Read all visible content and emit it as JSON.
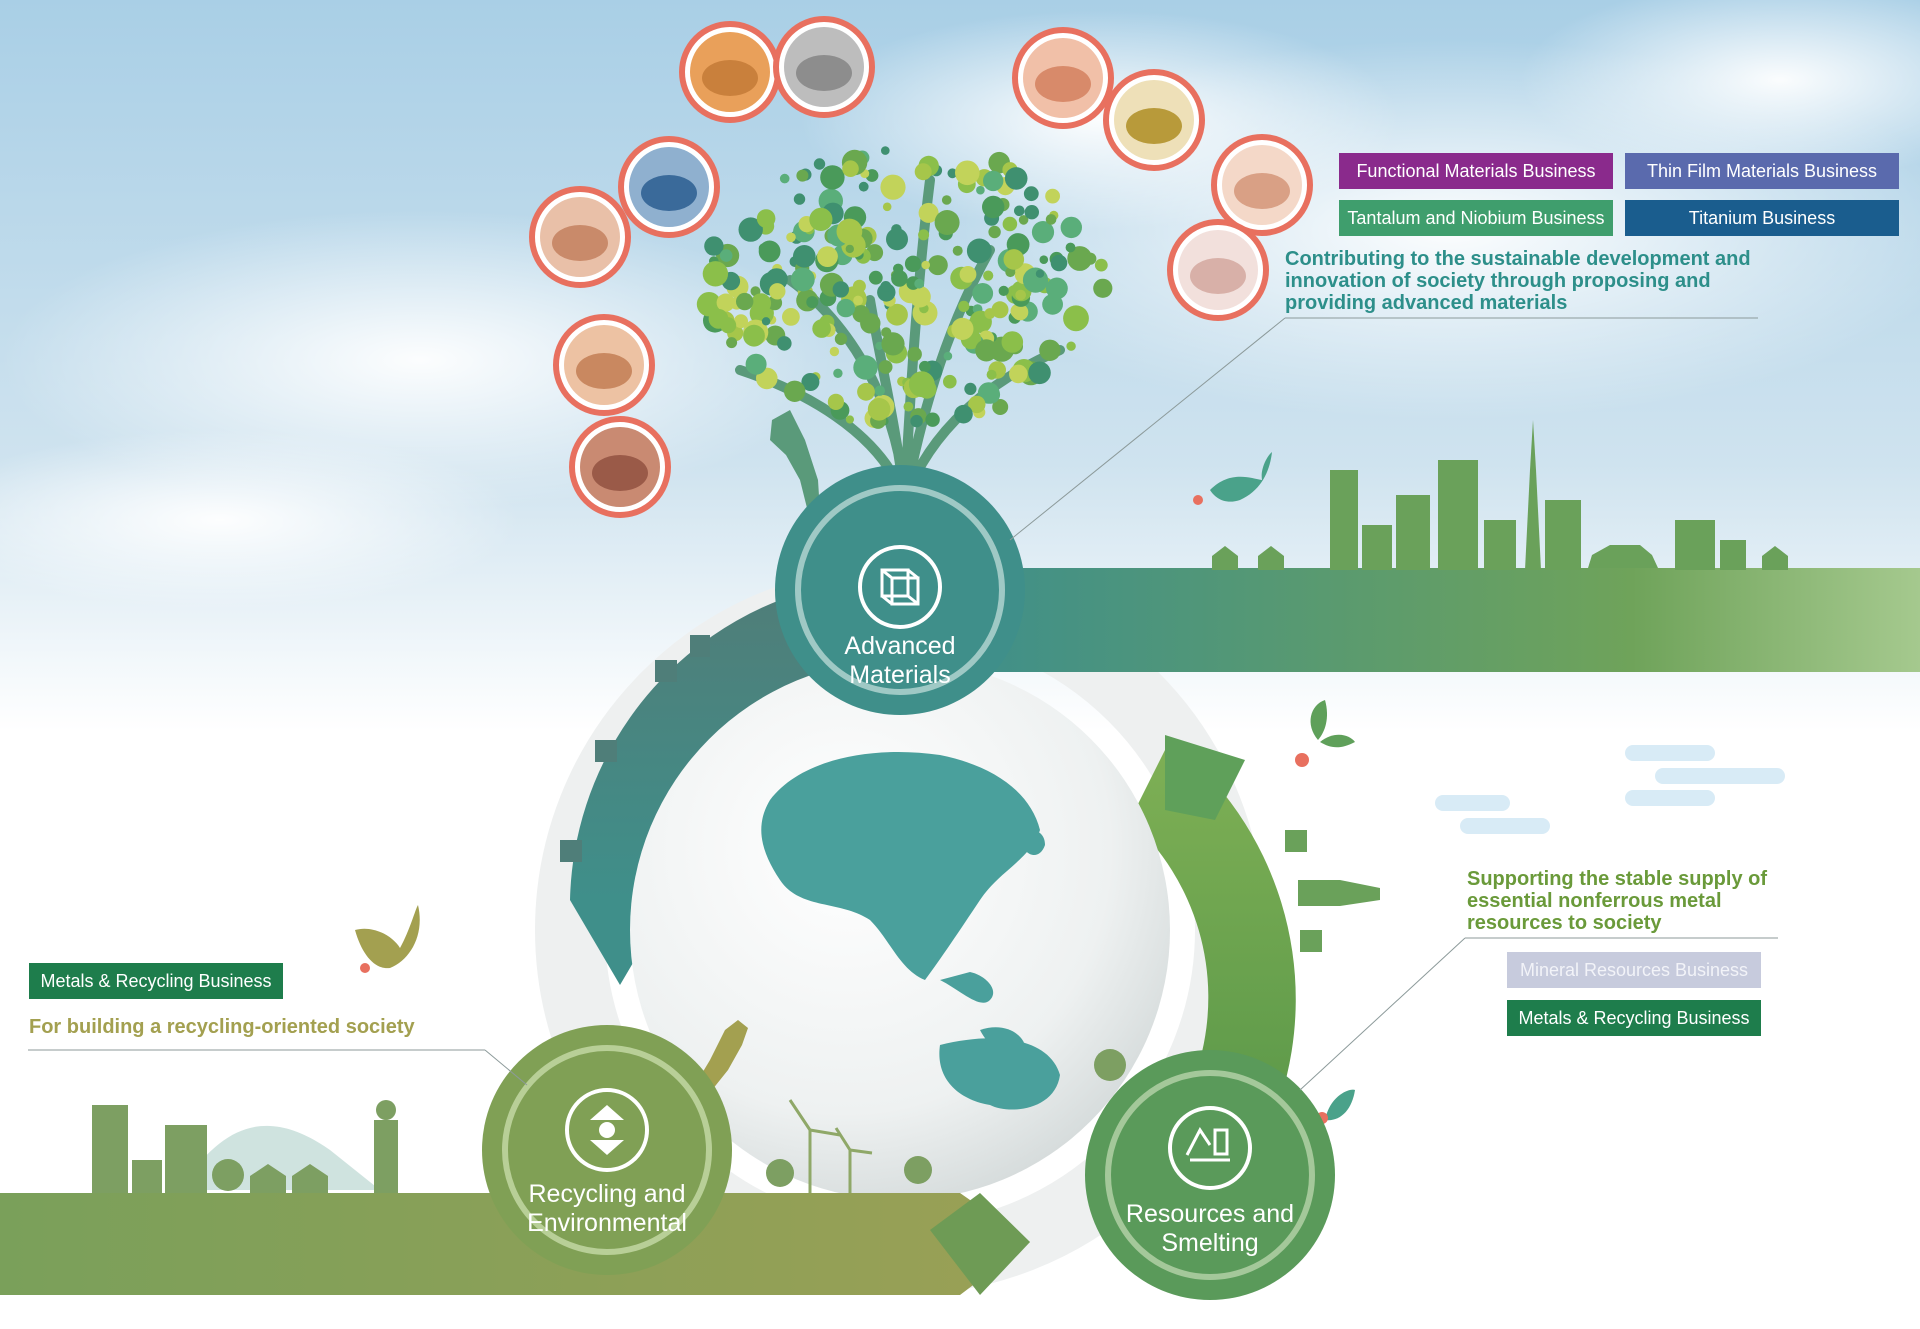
{
  "hubs": {
    "advanced_materials": {
      "line1": "Advanced",
      "line2": "Materials",
      "icon": "lattice-icon"
    },
    "recycling": {
      "line1": "Recycling and",
      "line2": "Environmental",
      "icon": "recycle-icon"
    },
    "resources": {
      "line1": "Resources and",
      "line2": "Smelting",
      "icon": "smelting-icon"
    }
  },
  "advanced_materials_panel": {
    "tags": [
      {
        "label": "Functional Materials Business",
        "color": "#8a2a8c"
      },
      {
        "label": "Thin Film Materials Business",
        "color": "#5a6aad"
      },
      {
        "label": "Tantalum and Niobium Business",
        "color": "#3f9e6d"
      },
      {
        "label": "Titanium Business",
        "color": "#1a5d8e"
      }
    ],
    "caption_line1": "Contributing to the sustainable development and",
    "caption_line2": "innovation of society through proposing and",
    "caption_line3": "providing advanced materials"
  },
  "resources_panel": {
    "caption_line1": "Supporting the stable supply of",
    "caption_line2": "essential nonferrous metal",
    "caption_line3": "resources to society",
    "tags": [
      {
        "label": "Mineral Resources Business",
        "color": "#c7cbdd",
        "text_color": "#f2f3f8"
      },
      {
        "label": "Metals & Recycling Business",
        "color": "#1e7d4c",
        "text_color": "#ffffff"
      }
    ]
  },
  "recycling_panel": {
    "tag": {
      "label": "Metals & Recycling Business",
      "color": "#1e7d4c"
    },
    "caption": "For building a recycling-oriented society"
  },
  "colors": {
    "teal": "#3f8f8a",
    "teal_dark": "#4a7c78",
    "green": "#6fa35a",
    "olive": "#8f9c55",
    "coral": "#e8705f",
    "caption_teal": "#2d8f8a",
    "caption_green": "#6a9a3a",
    "caption_olive": "#a3a050"
  },
  "materials_photos": [
    "copper-powder-photo",
    "porous-metal-photo",
    "copper-sheet-photo",
    "brass-parts-photo",
    "copper-foil-photo",
    "tantalum-disc-photo",
    "sapphire-wafer-photo",
    "copper-rings-photo",
    "sputtering-target-photo",
    "copper-block-photo"
  ]
}
